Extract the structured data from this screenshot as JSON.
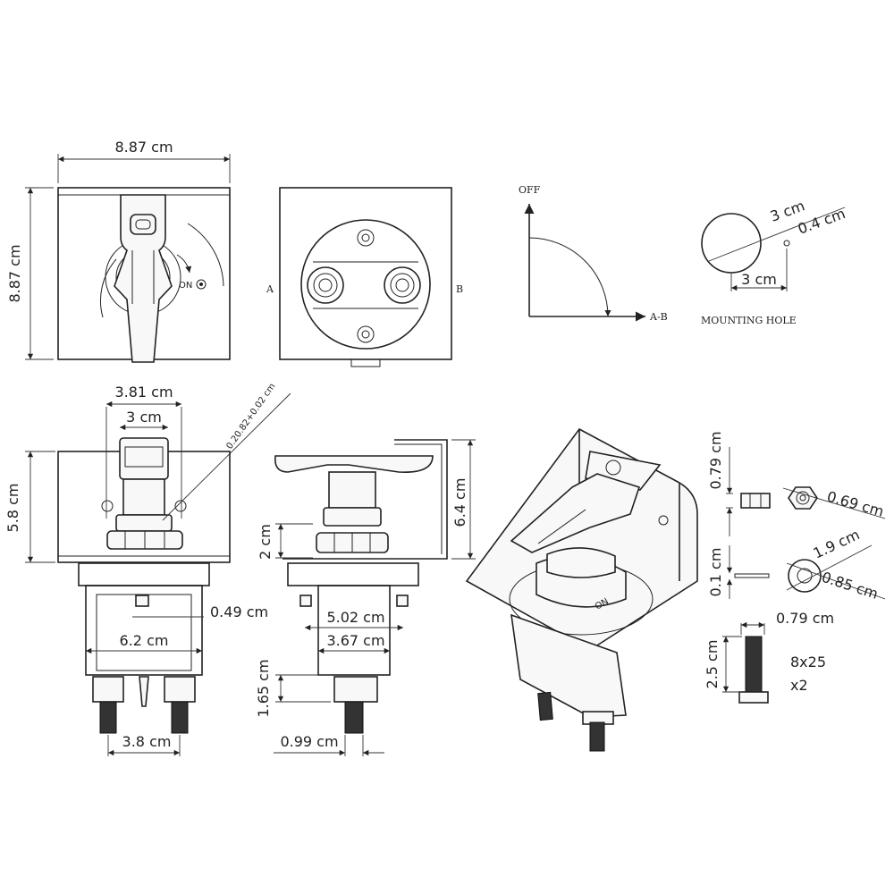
{
  "dimensions": {
    "top_width": "8.87 cm",
    "top_height": "8.87 cm",
    "handle_outer_width": "3.81 cm",
    "handle_inner_width": "3 cm",
    "hole_tolerance": "0.20.82+0.02 cm",
    "front_height": "5.8 cm",
    "stud_offset": "0.49 cm",
    "body_width": "6.2 cm",
    "stud_spacing": "3.8 cm",
    "side_height": "6.4 cm",
    "side_flange": "2 cm",
    "side_outer": "5.02 cm",
    "side_inner": "3.67 cm",
    "side_stud_height": "1.65 cm",
    "side_stud_width": "0.99 cm"
  },
  "rotation": {
    "off_label": "OFF",
    "ab_label": "A-B"
  },
  "terminals": {
    "a_label": "A",
    "b_label": "B"
  },
  "mounting_hole": {
    "label": "MOUNTING HOLE",
    "diameter": "3 cm",
    "small_hole": "0.4 cm",
    "spacing": "3 cm"
  },
  "hardware": {
    "nut_height": "0.79 cm",
    "nut_width": "0.69 cm",
    "washer_thickness": "0.1 cm",
    "washer_outer": "1.9 cm",
    "washer_inner": "0.85 cm",
    "bolt_head": "0.79 cm",
    "bolt_length": "2.5 cm",
    "bolt_spec": "8x25",
    "bolt_qty": "x2"
  },
  "switch_label": "ON"
}
